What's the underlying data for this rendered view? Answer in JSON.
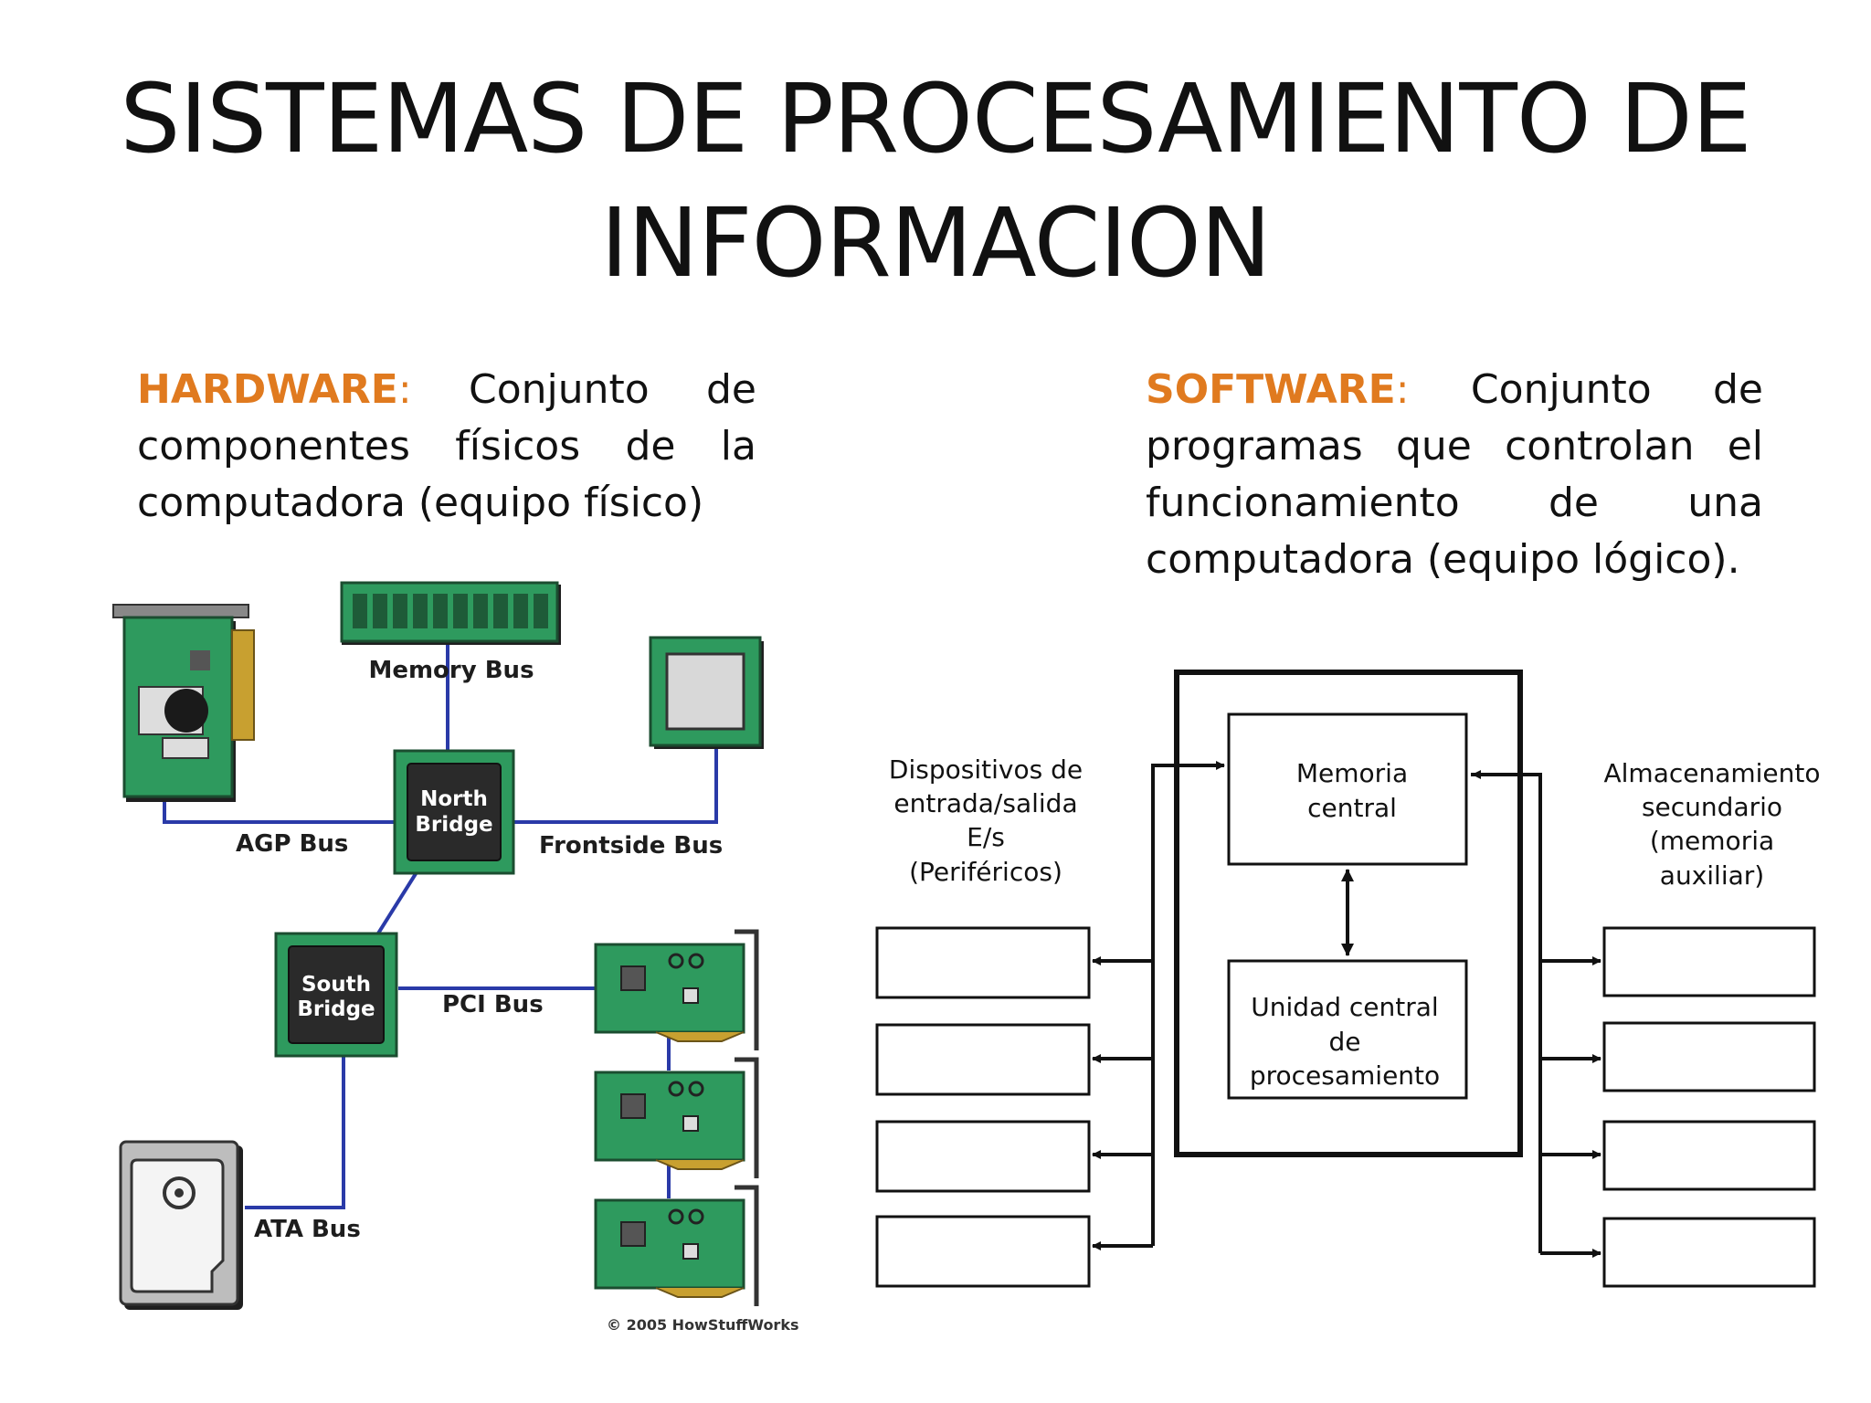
{
  "title": {
    "line1": "SISTEMAS DE PROCESAMIENTO DE",
    "line2": "INFORMACION"
  },
  "hardware": {
    "term": "HARDWARE",
    "colon": ":",
    "text": " Conjunto de componentes físicos de la computadora (equipo físico)"
  },
  "software": {
    "term": "SOFTWARE",
    "colon": ":",
    "text": " Conjunto de programas que controlan el funcionamiento de una computadora (equipo lógico)."
  },
  "hw_diagram": {
    "memory_bus": "Memory Bus",
    "agp_bus": "AGP Bus",
    "frontside_bus": "Frontside Bus",
    "pci_bus": "PCI Bus",
    "ata_bus": "ATA Bus",
    "north_bridge": [
      "North",
      "Bridge"
    ],
    "south_bridge": [
      "South",
      "Bridge"
    ],
    "copyright": "© 2005 HowStuffWorks",
    "colors": {
      "bus_line": "#2a3aa8",
      "card_green": "#2e9a5e",
      "chip_dark": "#2a2a2a",
      "gold": "#c8a030"
    }
  },
  "sw_diagram": {
    "io_label": [
      "Dispositivos de",
      "entrada/salida",
      "E/s",
      "(Periféricos)"
    ],
    "storage_label": [
      "Almacenamiento",
      "secundario",
      "(memoria",
      "auxiliar)"
    ],
    "memory_label": [
      "Memoria",
      "central"
    ],
    "cpu_label": [
      "Unidad central",
      "de",
      "procesamiento"
    ]
  }
}
